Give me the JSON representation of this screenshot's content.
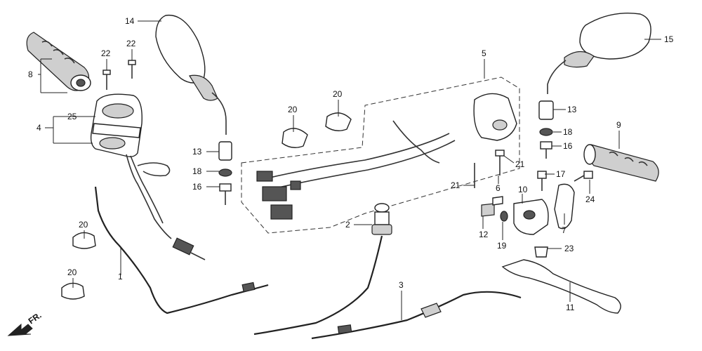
{
  "callouts": {
    "c1": "1",
    "c2": "2",
    "c3": "3",
    "c4": "4",
    "c5": "5",
    "c6": "6",
    "c7": "7",
    "c8": "8",
    "c9": "9",
    "c10": "10",
    "c11": "11",
    "c12": "12",
    "c13a": "13",
    "c13b": "13",
    "c14": "14",
    "c15": "15",
    "c16a": "16",
    "c16b": "16",
    "c17": "17",
    "c18a": "18",
    "c18b": "18",
    "c19": "19",
    "c20a": "20",
    "c20b": "20",
    "c20c": "20",
    "c20d": "20",
    "c21a": "21",
    "c21b": "21",
    "c22a": "22",
    "c22b": "22",
    "c23": "23",
    "c24": "24",
    "c25": "25"
  },
  "direction_label": "FR.",
  "icons": {
    "front_arrow": "front-direction-arrow-icon"
  }
}
